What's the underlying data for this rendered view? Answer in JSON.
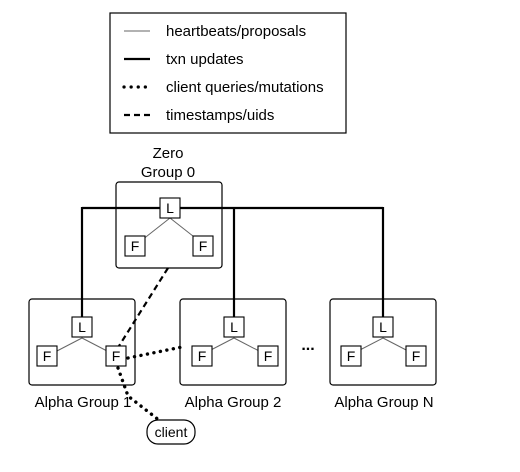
{
  "legend": {
    "items": [
      {
        "style": "thin",
        "label": "heartbeats/proposals"
      },
      {
        "style": "solid",
        "label": "txn updates"
      },
      {
        "style": "dotted",
        "label": "client queries/mutations"
      },
      {
        "style": "dashed",
        "label": "timestamps/uids"
      }
    ]
  },
  "zero": {
    "title_line1": "Zero",
    "title_line2": "Group 0",
    "leader": "L",
    "followers": [
      "F",
      "F"
    ]
  },
  "alpha_groups": [
    {
      "name": "Alpha Group 1",
      "leader": "L",
      "followers": [
        "F",
        "F"
      ]
    },
    {
      "name": "Alpha Group 2",
      "leader": "L",
      "followers": [
        "F",
        "F"
      ]
    },
    {
      "name": "Alpha Group N",
      "leader": "L",
      "followers": [
        "F",
        "F"
      ]
    }
  ],
  "ellipsis": "...",
  "client": {
    "label": "client"
  }
}
